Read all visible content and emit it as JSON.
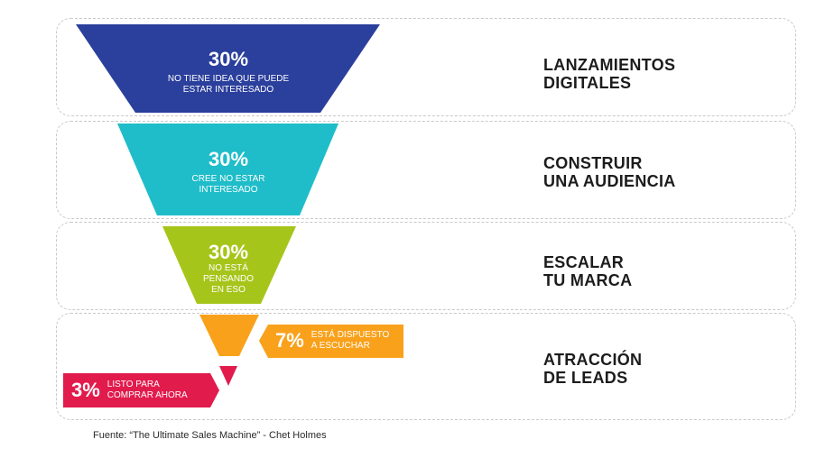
{
  "colors": {
    "stage1": "#2b3f9c",
    "stage2": "#1fbdc9",
    "stage3": "#a6c51a",
    "stage4": "#f9a11b",
    "stage5": "#e21b4d"
  },
  "stages": [
    {
      "percent": "30%",
      "desc_lines": [
        "No tiene idea que puede",
        "estar interesado"
      ],
      "label_lines": [
        "LANZAMIENTOS",
        "DIGITALES"
      ]
    },
    {
      "percent": "30%",
      "desc_lines": [
        "Cree no estar",
        "interesado"
      ],
      "label_lines": [
        "CONSTRUIR",
        "UNA AUDIENCIA"
      ]
    },
    {
      "percent": "30%",
      "desc_lines": [
        "No está",
        "pensando",
        "en eso"
      ],
      "label_lines": [
        "ESCALAR",
        "TU MARCA"
      ]
    },
    {
      "label_lines": [
        "ATRACCIÓN",
        "DE LEADS"
      ]
    }
  ],
  "callouts": {
    "disposed": {
      "percent": "7%",
      "desc_lines": [
        "ESTÁ DISPUESTO",
        "A ESCUCHAR"
      ]
    },
    "ready": {
      "percent": "3%",
      "desc_lines": [
        "LISTO PARA",
        "COMPRAR AHORA"
      ]
    }
  },
  "source": "Fuente: “The Ultimate Sales Machine” - Chet Holmes"
}
